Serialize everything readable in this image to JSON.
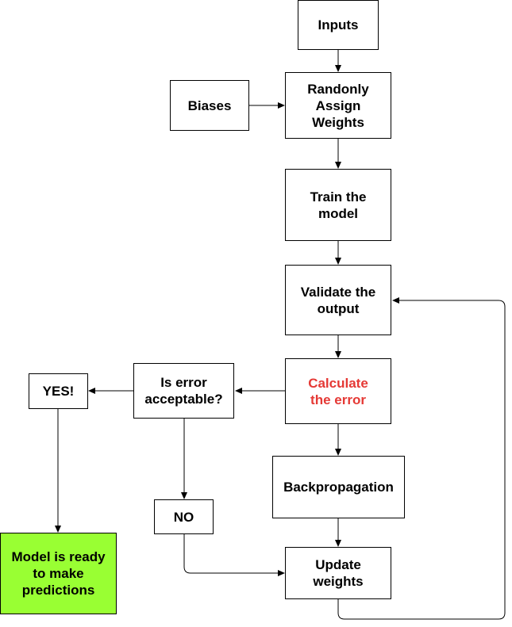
{
  "diagram": {
    "nodes": {
      "inputs": {
        "label": "Inputs"
      },
      "biases": {
        "label": "Biases"
      },
      "assign_weights": {
        "label": "Randonly Assign Weights"
      },
      "train": {
        "label": "Train the model"
      },
      "validate": {
        "label": "Validate the output"
      },
      "calc_error": {
        "label": "Calculate the error",
        "color": "#e53935"
      },
      "error_acceptable": {
        "label": "Is error acceptable?"
      },
      "yes": {
        "label": "YES!"
      },
      "no": {
        "label": "NO"
      },
      "backprop": {
        "label": "Backpropagation"
      },
      "update_weights": {
        "label": "Update weights"
      },
      "model_ready": {
        "label": "Model is ready to make predictions",
        "fill": "#99ff33"
      }
    },
    "colors": {
      "stroke": "#000000",
      "error_text": "#e53935",
      "ready_fill": "#99ff33"
    }
  }
}
